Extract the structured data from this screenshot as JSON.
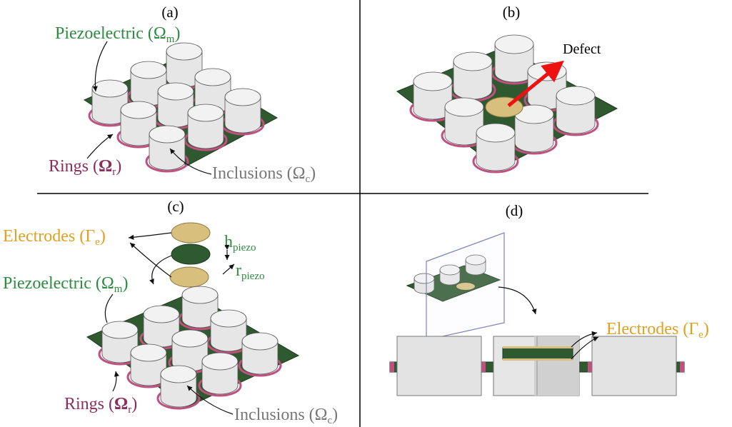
{
  "panels": {
    "a": {
      "tag": "(a)",
      "piezo_label": "Piezoelectric (",
      "piezo_symbol": "Ω",
      "piezo_sub": "m",
      "rings_label": "Rings (",
      "rings_symbol": "Ω",
      "rings_sub": "r",
      "inclusions_label": "Inclusions (",
      "inclusions_symbol": "Ω",
      "inclusions_sub": "c"
    },
    "b": {
      "tag": "(b)",
      "defect_label": "Defect"
    },
    "c": {
      "tag": "(c)",
      "electrodes_label": "Electrodes (",
      "electrodes_symbol": "Γ",
      "electrodes_sub": "e",
      "piezo_label": "Piezoelectric (",
      "piezo_symbol": "Ω",
      "piezo_sub": "m",
      "h_label": "h",
      "h_sub": "piezo",
      "r_label": "r",
      "r_sub": "piezo",
      "rings_label": "Rings (",
      "rings_symbol": "Ω",
      "rings_sub": "r",
      "inclusions_label": "Inclusions (",
      "inclusions_symbol": "Ω",
      "inclusions_sub": "c"
    },
    "d": {
      "tag": "(d)",
      "electrodes_label": "Electrodes (",
      "electrodes_symbol": "Γ",
      "electrodes_sub": "e"
    }
  },
  "colors": {
    "plate": "#2f5a30",
    "plate_edge": "#1e3a1f",
    "cylinder": "#e6e6e6",
    "cylinder_edge": "#555555",
    "ring": "#c0507f",
    "electrode": "#d9bf7e",
    "defect_arrow": "#ee1111",
    "piezo_text": "#2e8b40",
    "rings_text": "#8a2e5a",
    "inclusions_text": "#777777",
    "electrodes_text": "#e0a020"
  }
}
